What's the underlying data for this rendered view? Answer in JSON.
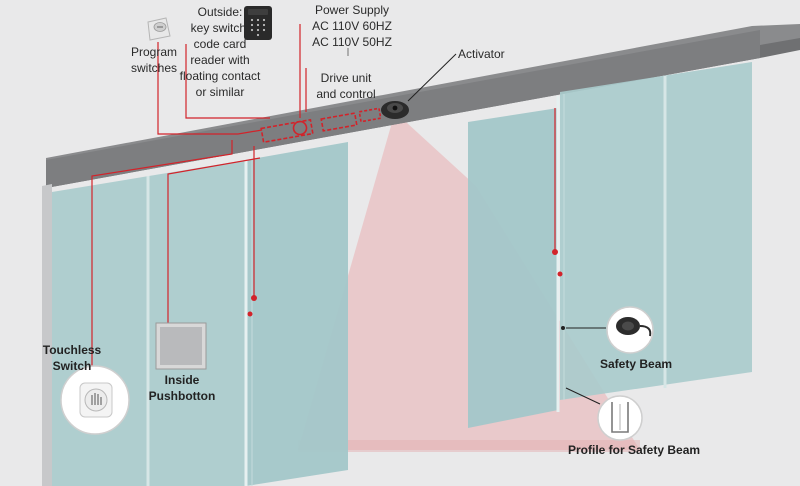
{
  "labels": {
    "program_switches": [
      "Program",
      "switches"
    ],
    "outside": [
      "Outside:",
      "key switch,",
      "code card",
      "reader with",
      "floating contact",
      "or similar"
    ],
    "power_supply": [
      "Power Supply",
      "AC 110V 60HZ",
      "AC 110V 50HZ"
    ],
    "activator": "Activator",
    "drive_unit": [
      "Drive unit",
      "and control"
    ],
    "touchless_switch": [
      "Touchless",
      "Switch"
    ],
    "inside_pushbutton": [
      "Inside",
      "Pushbotton"
    ],
    "safety_beam": "Safety Beam",
    "profile_safety_beam": "Profile for Safety Beam"
  },
  "colors": {
    "background": "#e9e9ea",
    "glass": "#a9cbcc",
    "wire_red": "#d2232a",
    "header_gray": "#7d7e80",
    "detection_zone": "#e9b9ba"
  },
  "icons": {
    "program_switch": "program-switch-icon",
    "code_reader": "keypad-reader-icon",
    "activator": "motion-sensor-icon",
    "touchless": "touchless-hand-icon",
    "pushbutton": "push-button-icon",
    "safety_beam": "safety-beam-sensor-icon",
    "profile": "profile-bracket-icon"
  }
}
